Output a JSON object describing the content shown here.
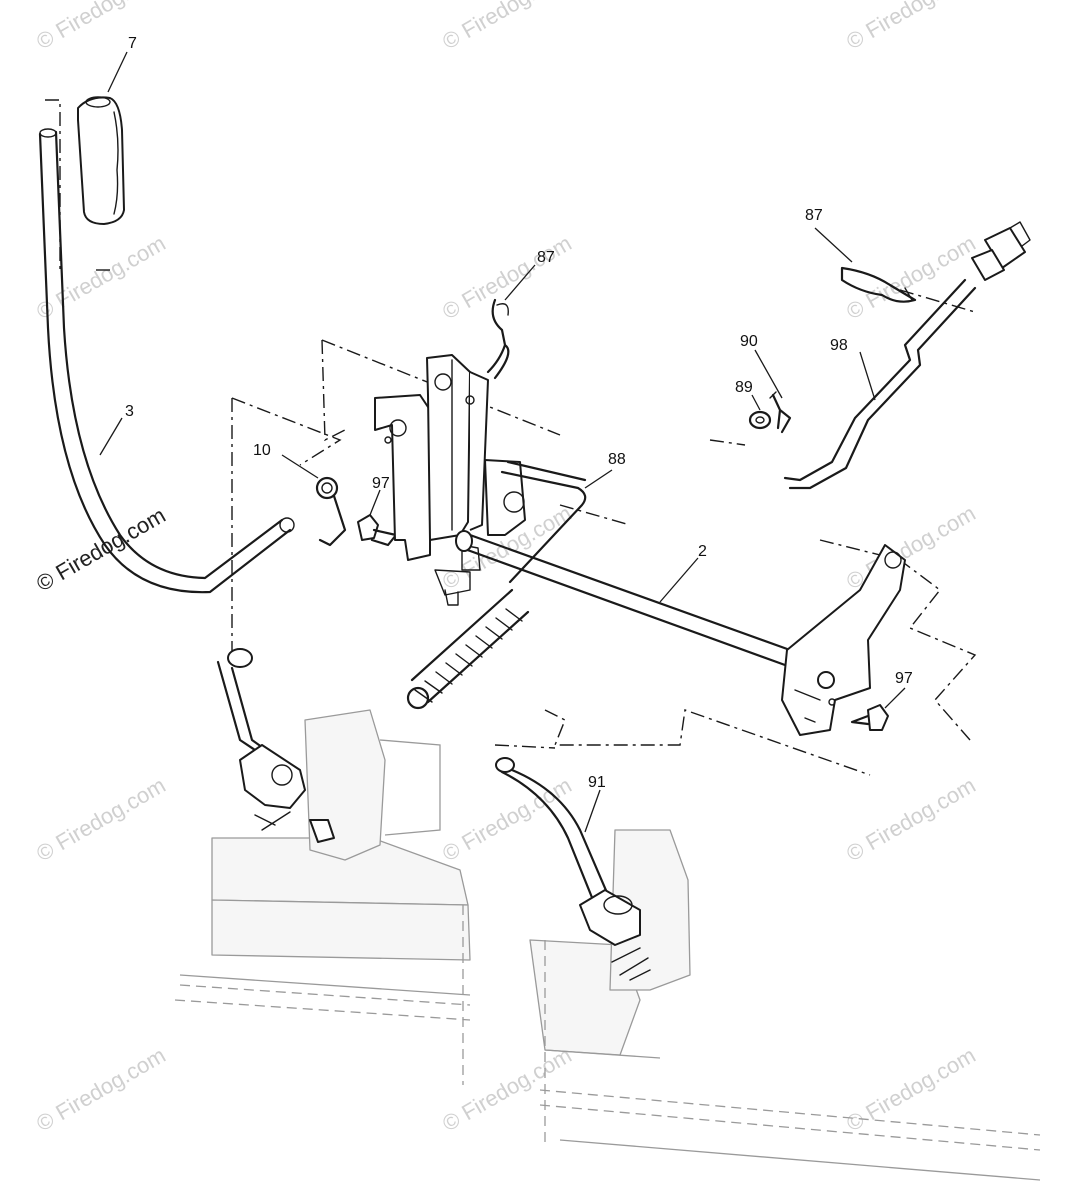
{
  "watermark": {
    "text": "© Firedog.com",
    "color": "#d0d0d0",
    "primary_text": "© Firedog.com",
    "primary_color": "#222222"
  },
  "callouts": [
    {
      "id": "7",
      "label": "7"
    },
    {
      "id": "3",
      "label": "3"
    },
    {
      "id": "10",
      "label": "10"
    },
    {
      "id": "97a",
      "label": "97"
    },
    {
      "id": "87a",
      "label": "87"
    },
    {
      "id": "88",
      "label": "88"
    },
    {
      "id": "2",
      "label": "2"
    },
    {
      "id": "87b",
      "label": "87"
    },
    {
      "id": "90",
      "label": "90"
    },
    {
      "id": "98",
      "label": "98"
    },
    {
      "id": "89",
      "label": "89"
    },
    {
      "id": "97b",
      "label": "97"
    },
    {
      "id": "91",
      "label": "91"
    }
  ]
}
